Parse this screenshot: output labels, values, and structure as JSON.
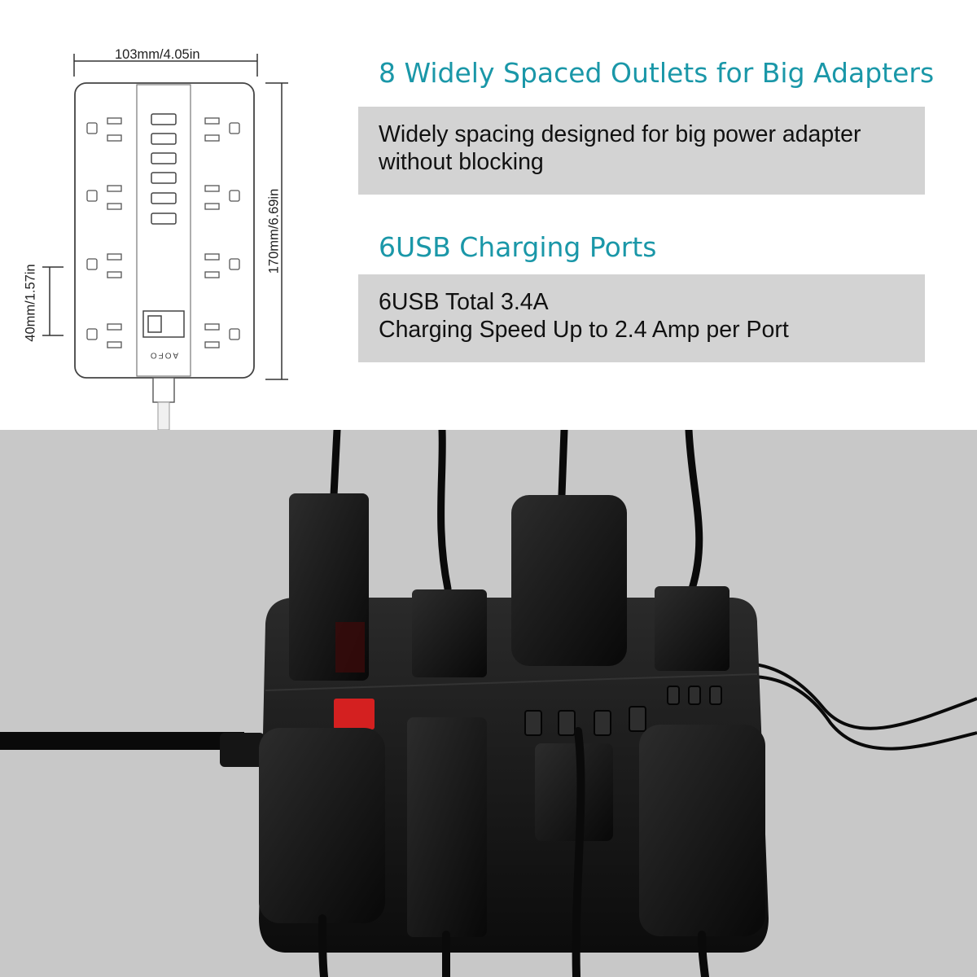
{
  "diagram": {
    "width_label": "103mm/4.05in",
    "height_label": "170mm/6.69in",
    "spacing_label": "40mm/1.57in",
    "brand": "AOFO"
  },
  "features": [
    {
      "heading": "8 Widely Spaced Outlets for Big Adapters",
      "lines": [
        "Widely spacing designed for big power adapter",
        "without blocking"
      ]
    },
    {
      "heading": "6USB Charging Ports",
      "lines": [
        "6USB Total 3.4A",
        "Charging Speed Up to 2.4 Amp per Port"
      ]
    }
  ],
  "photo": {
    "switch_color": "#d42020",
    "body_color": "#111111"
  },
  "colors": {
    "heading": "#1a97a8",
    "panel": "#d3d3d3",
    "background": "#c8c8c8"
  }
}
